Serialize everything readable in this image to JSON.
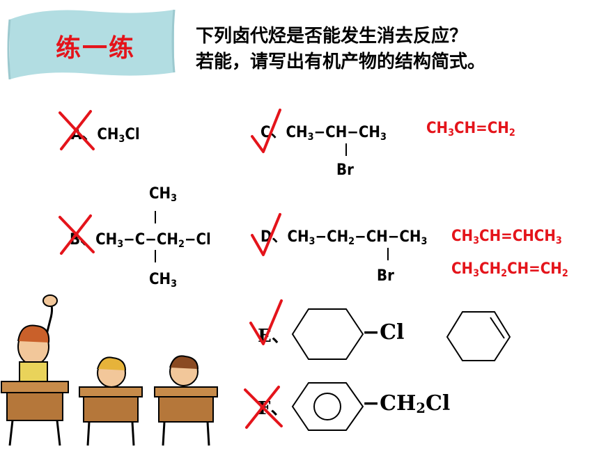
{
  "banner": {
    "title": "练一练",
    "bg_color": "#b2dde2"
  },
  "question": {
    "line1": "下列卤代烃是否能发生消去反应？",
    "line2": "若能，请写出有机产物的结构简式。"
  },
  "items": {
    "A": {
      "label": "A、",
      "formula": "CH3Cl",
      "mark": "cross"
    },
    "B": {
      "label": "B、",
      "top": "CH3",
      "chain": "CH3−C−CH2−Cl",
      "bottom": "CH3",
      "mark": "cross"
    },
    "C": {
      "label": "C、",
      "chain": "CH3−CH−CH3",
      "sub": "Br",
      "product": "CH3CH=CH2",
      "mark": "check"
    },
    "D": {
      "label": "D、",
      "chain": "CH3−CH2−CH−CH3",
      "sub": "Br",
      "product1": "CH3CH=CHCH3",
      "product2": "CH3CH2CH=CH2",
      "mark": "check"
    },
    "E": {
      "label": "E、",
      "substituent": "−Cl",
      "mark": "check"
    },
    "F": {
      "label": "F、",
      "substituent": "−CH2Cl",
      "mark": "cross"
    }
  },
  "colors": {
    "mark": "#e4141b",
    "product": "#e4141b"
  }
}
